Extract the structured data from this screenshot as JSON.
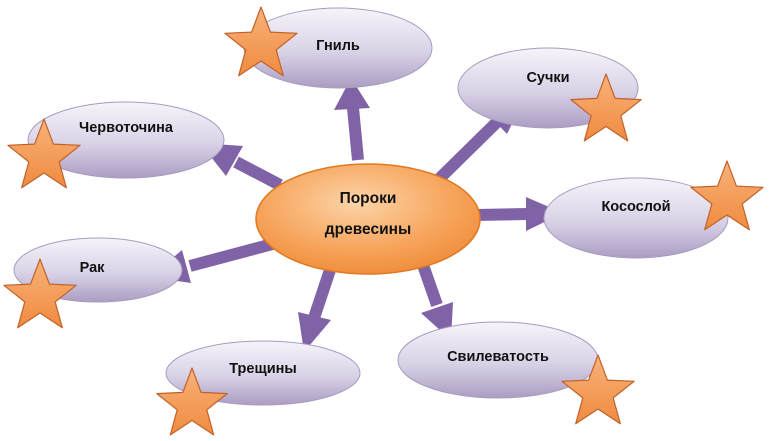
{
  "center": {
    "line1": "Пороки",
    "line2": "древесины"
  },
  "nodes": [
    {
      "id": "gnil",
      "label": "Гниль"
    },
    {
      "id": "suchki",
      "label": "Сучки"
    },
    {
      "id": "chervotochina",
      "label": "Червоточина"
    },
    {
      "id": "kososloy",
      "label": "Косослой"
    },
    {
      "id": "rak",
      "label": "Рак"
    },
    {
      "id": "treshchiny",
      "label": "Трещины"
    },
    {
      "id": "svilevatost",
      "label": "Свилеватость"
    }
  ],
  "colors": {
    "arrow": "#8062a6",
    "center_fill": "#f7a55d",
    "center_stroke": "#e07a22",
    "node_fill_light": "#f4f2f8",
    "node_fill_dark": "#b6a9cc",
    "star_fill": "#f49a52",
    "star_stroke": "#c0622a"
  },
  "icons": {
    "decoration": "star-icon"
  }
}
